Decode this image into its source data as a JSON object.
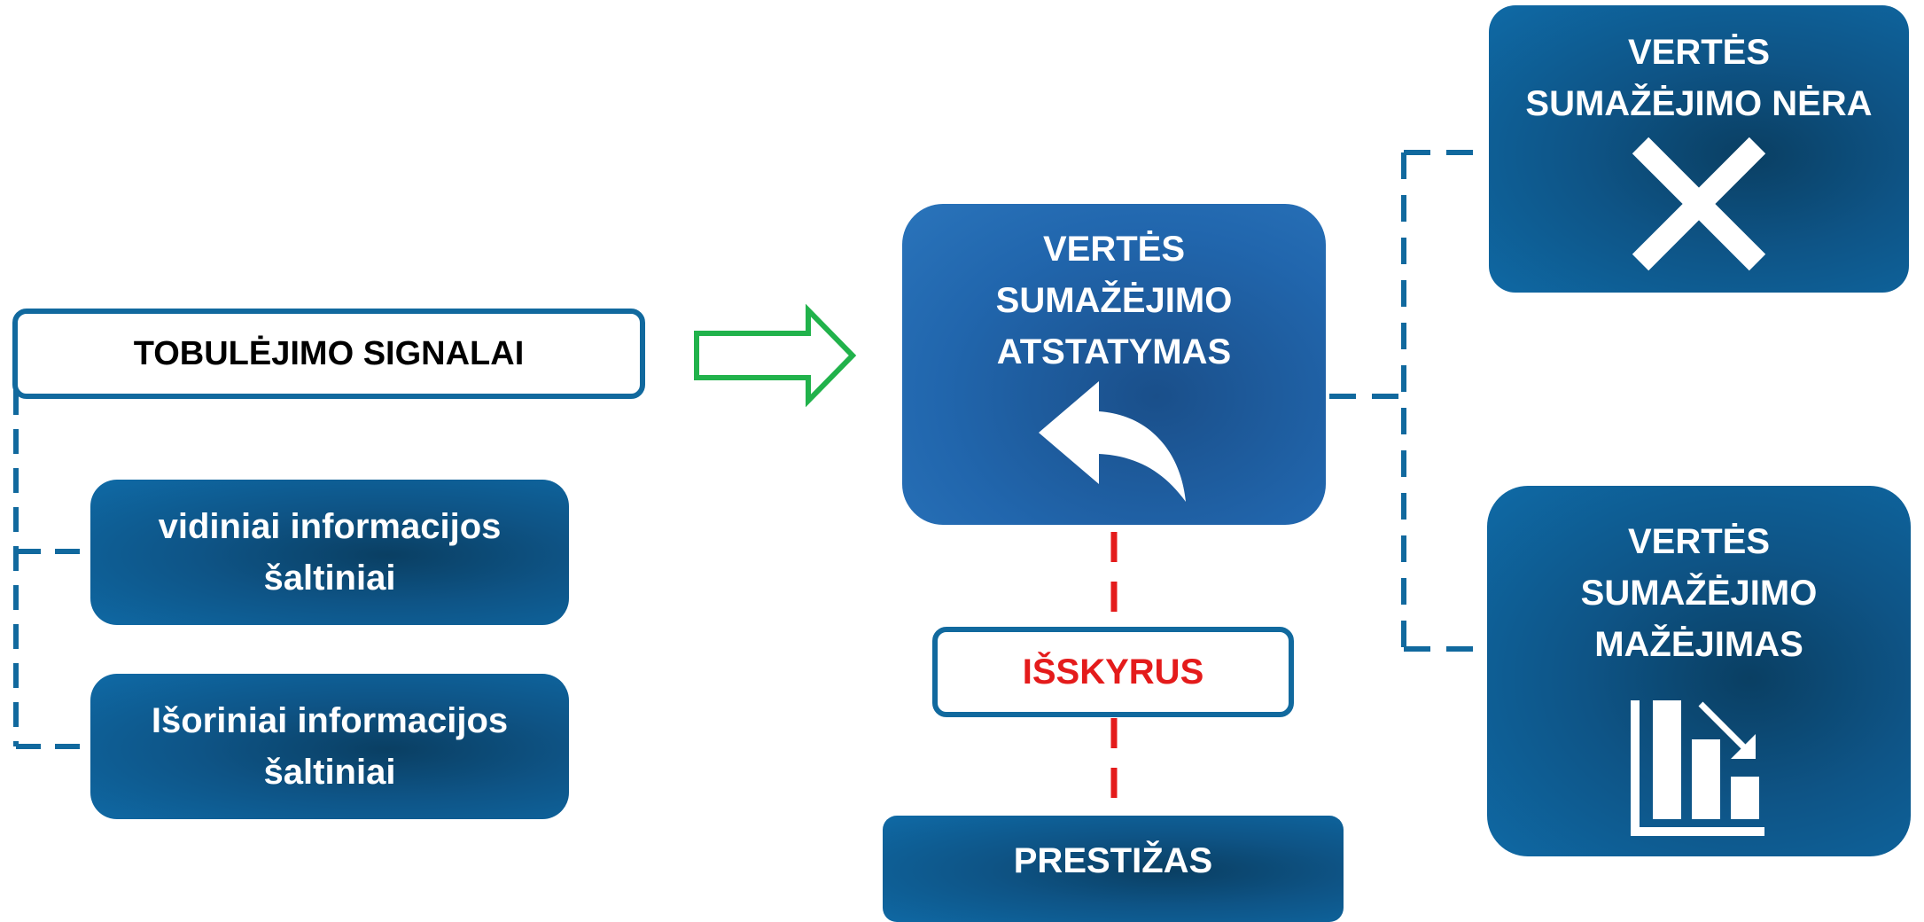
{
  "signals": {
    "title": "TOBULĖJIMO SIGNALAI",
    "internal": "vidiniai informacijos\nšaltiniai",
    "external": "Išoriniai informacijos\nšaltiniai"
  },
  "center": {
    "title": "VERTĖS\nSUMAŽĖJIMO\nATSTATYMAS",
    "icon": "undo-arrow-icon"
  },
  "exception": {
    "label": "IŠSKYRUS",
    "color": "#e41b1b"
  },
  "prestige": {
    "label": "PRESTIŽAS"
  },
  "outcomes": {
    "no_impairment": {
      "title": "VERTĖS\nSUMAŽĖJIMO NĖRA",
      "icon": "close-x-icon"
    },
    "decrease": {
      "title": "VERTĖS\nSUMAŽĖJIMO\nMAŽĖJIMAS",
      "icon": "declining-bar-chart-icon"
    }
  },
  "colors": {
    "dark_blue": "#0e5486",
    "mid_blue": "#2166ad",
    "outline_blue": "#11699e",
    "arrow_green": "#21b24b",
    "dash_red": "#e41b1b"
  }
}
